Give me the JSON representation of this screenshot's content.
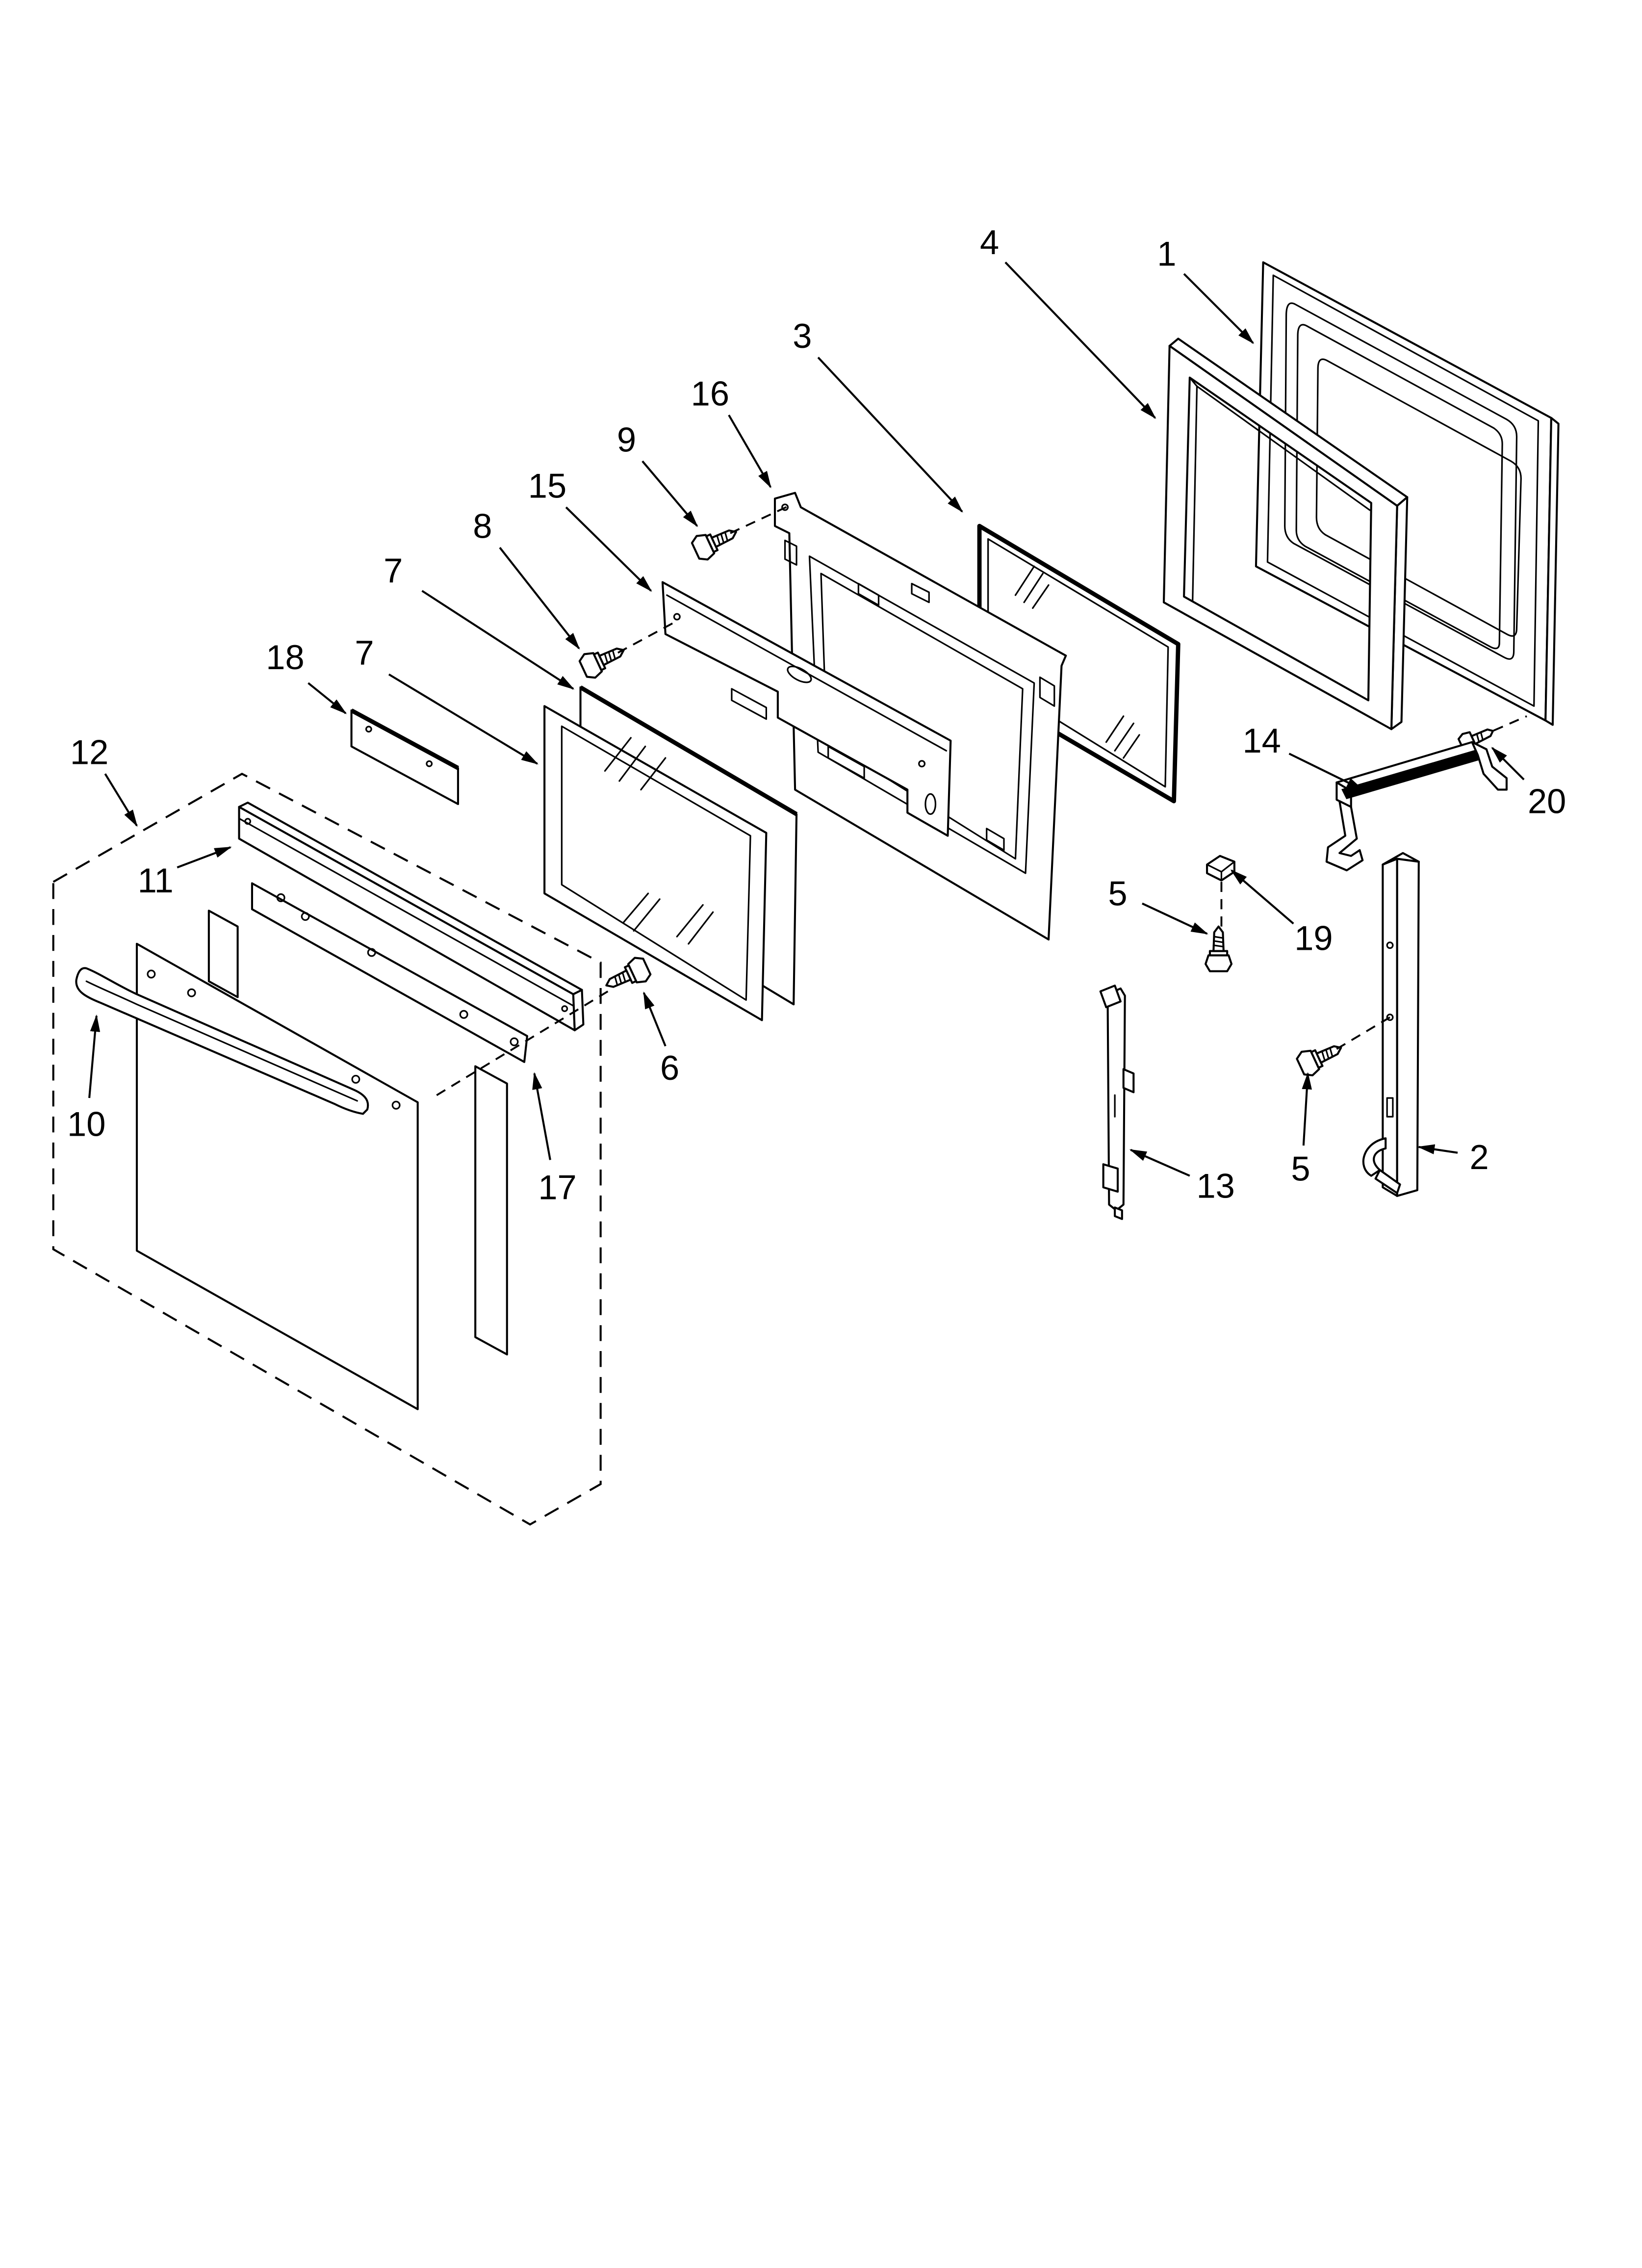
{
  "callouts": [
    "4",
    "1",
    "3",
    "16",
    "9",
    "15",
    "8",
    "7",
    "18",
    "7",
    "12",
    "11",
    "6",
    "17",
    "10",
    "14",
    "20",
    "5",
    "19",
    "13",
    "5",
    "2"
  ]
}
